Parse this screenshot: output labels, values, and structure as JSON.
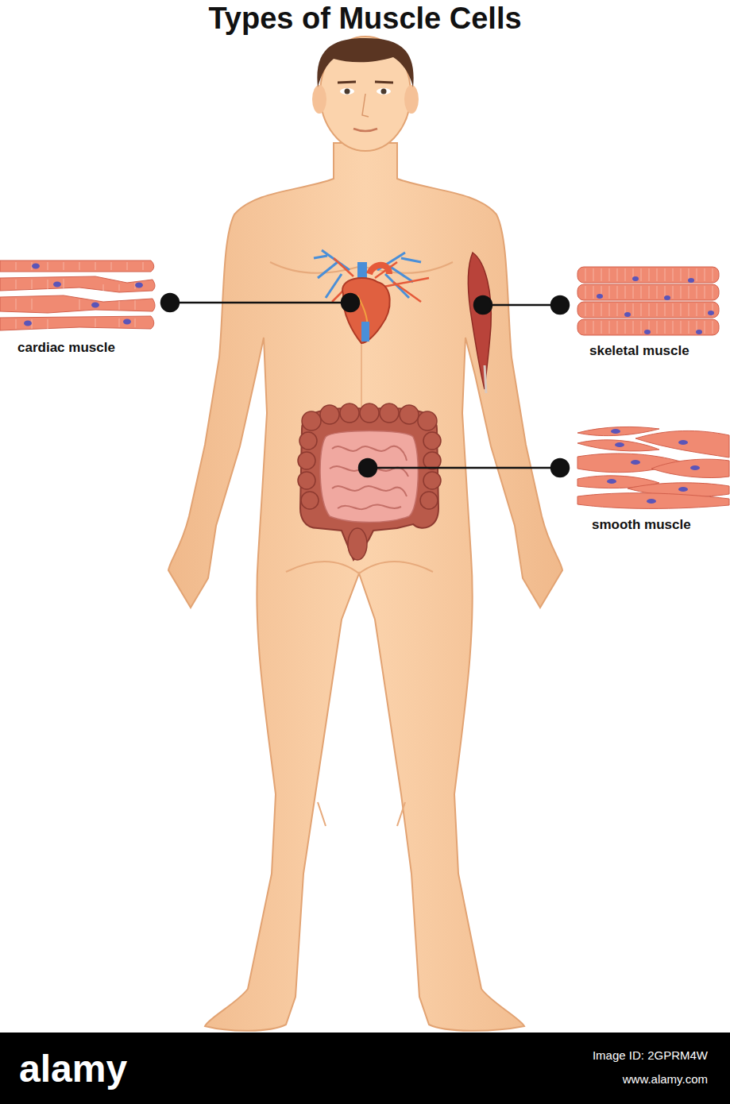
{
  "diagram": {
    "title": "Types of Muscle Cells",
    "labels": [
      "cardiac muscle",
      "skeletal muscle",
      "smooth muscle",
      "alamy",
      "Image ID: 2GPRM4W",
      "www.alamy.com"
    ]
  }
}
